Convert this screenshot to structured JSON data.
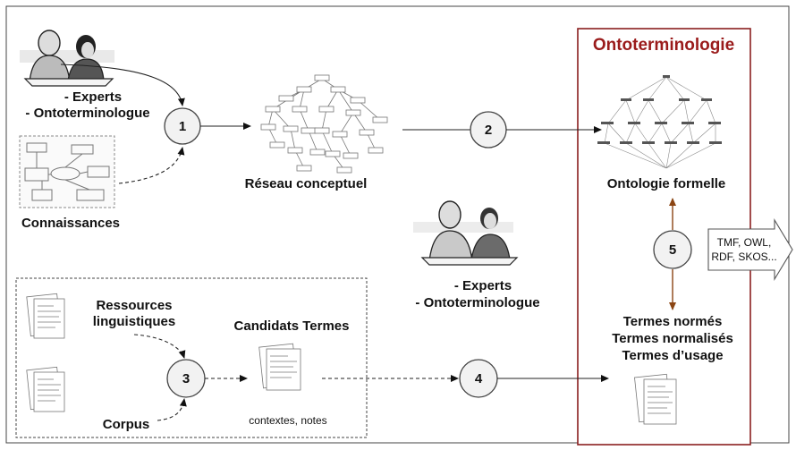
{
  "title": "Ontoterminologie",
  "steps": [
    "1",
    "2",
    "3",
    "4",
    "5"
  ],
  "actors_top": {
    "line1": "- Experts",
    "line2": "- Ontoterminologue"
  },
  "actors_mid": {
    "line1": "- Experts",
    "line2": "- Ontoterminologue"
  },
  "connaissances": "Connaissances",
  "reseau": "Réseau conceptuel",
  "ontologie": "Ontologie formelle",
  "ressources": {
    "line1": "Ressources",
    "line2": "linguistiques"
  },
  "corpus": "Corpus",
  "candidats": "Candidats Termes",
  "contextes": "contextes, notes",
  "termes": {
    "line1": "Termes normés",
    "line2": "Termes normalisés",
    "line3": "Termes d’usage"
  },
  "formats": {
    "line1": "TMF, OWL,",
    "line2": "RDF, SKOS..."
  },
  "colors": {
    "title": "#9a1b1b",
    "frame": "#8a1f1f",
    "arrow5": "#8b4513"
  }
}
